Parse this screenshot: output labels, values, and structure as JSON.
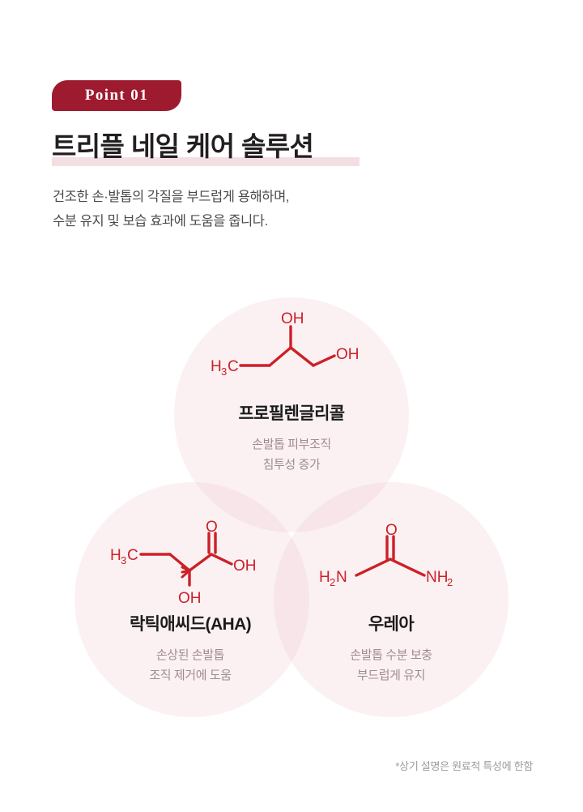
{
  "badge": {
    "label": "Point 01",
    "color": "#9e1b2f"
  },
  "headline": "트리플 네일 케어 솔루션",
  "headline_highlight_color": "#f3dfe2",
  "subcopy": {
    "line1": "건조한 손·발톱의 각질을 부드럽게 용해하며,",
    "line2": "수분 유지 및 보습 효과에 도움을 줍니다."
  },
  "venn": {
    "circle_fill": "#f7ebec",
    "molecule_color": "#cc2027",
    "items": [
      {
        "id": "propylene-glycol",
        "title": "프로필렌글리콜",
        "desc_line1": "손발톱 피부조직",
        "desc_line2": "침투성 증가",
        "molecule_labels": [
          "H",
          "3",
          "C",
          "OH",
          "OH"
        ]
      },
      {
        "id": "lactic-acid",
        "title": "락틱애씨드(AHA)",
        "desc_line1": "손상된 손발톱",
        "desc_line2": "조직 제거에 도움",
        "molecule_labels": [
          "H",
          "3",
          "C",
          "O",
          "OH",
          "OH"
        ]
      },
      {
        "id": "urea",
        "title": "우레아",
        "desc_line1": "손발톱 수분 보충",
        "desc_line2": "부드럽게 유지",
        "molecule_labels": [
          "H",
          "2",
          "N",
          "O",
          "NH",
          "2"
        ]
      }
    ]
  },
  "footnote": "*상기 설명은 원료적 특성에 한함"
}
